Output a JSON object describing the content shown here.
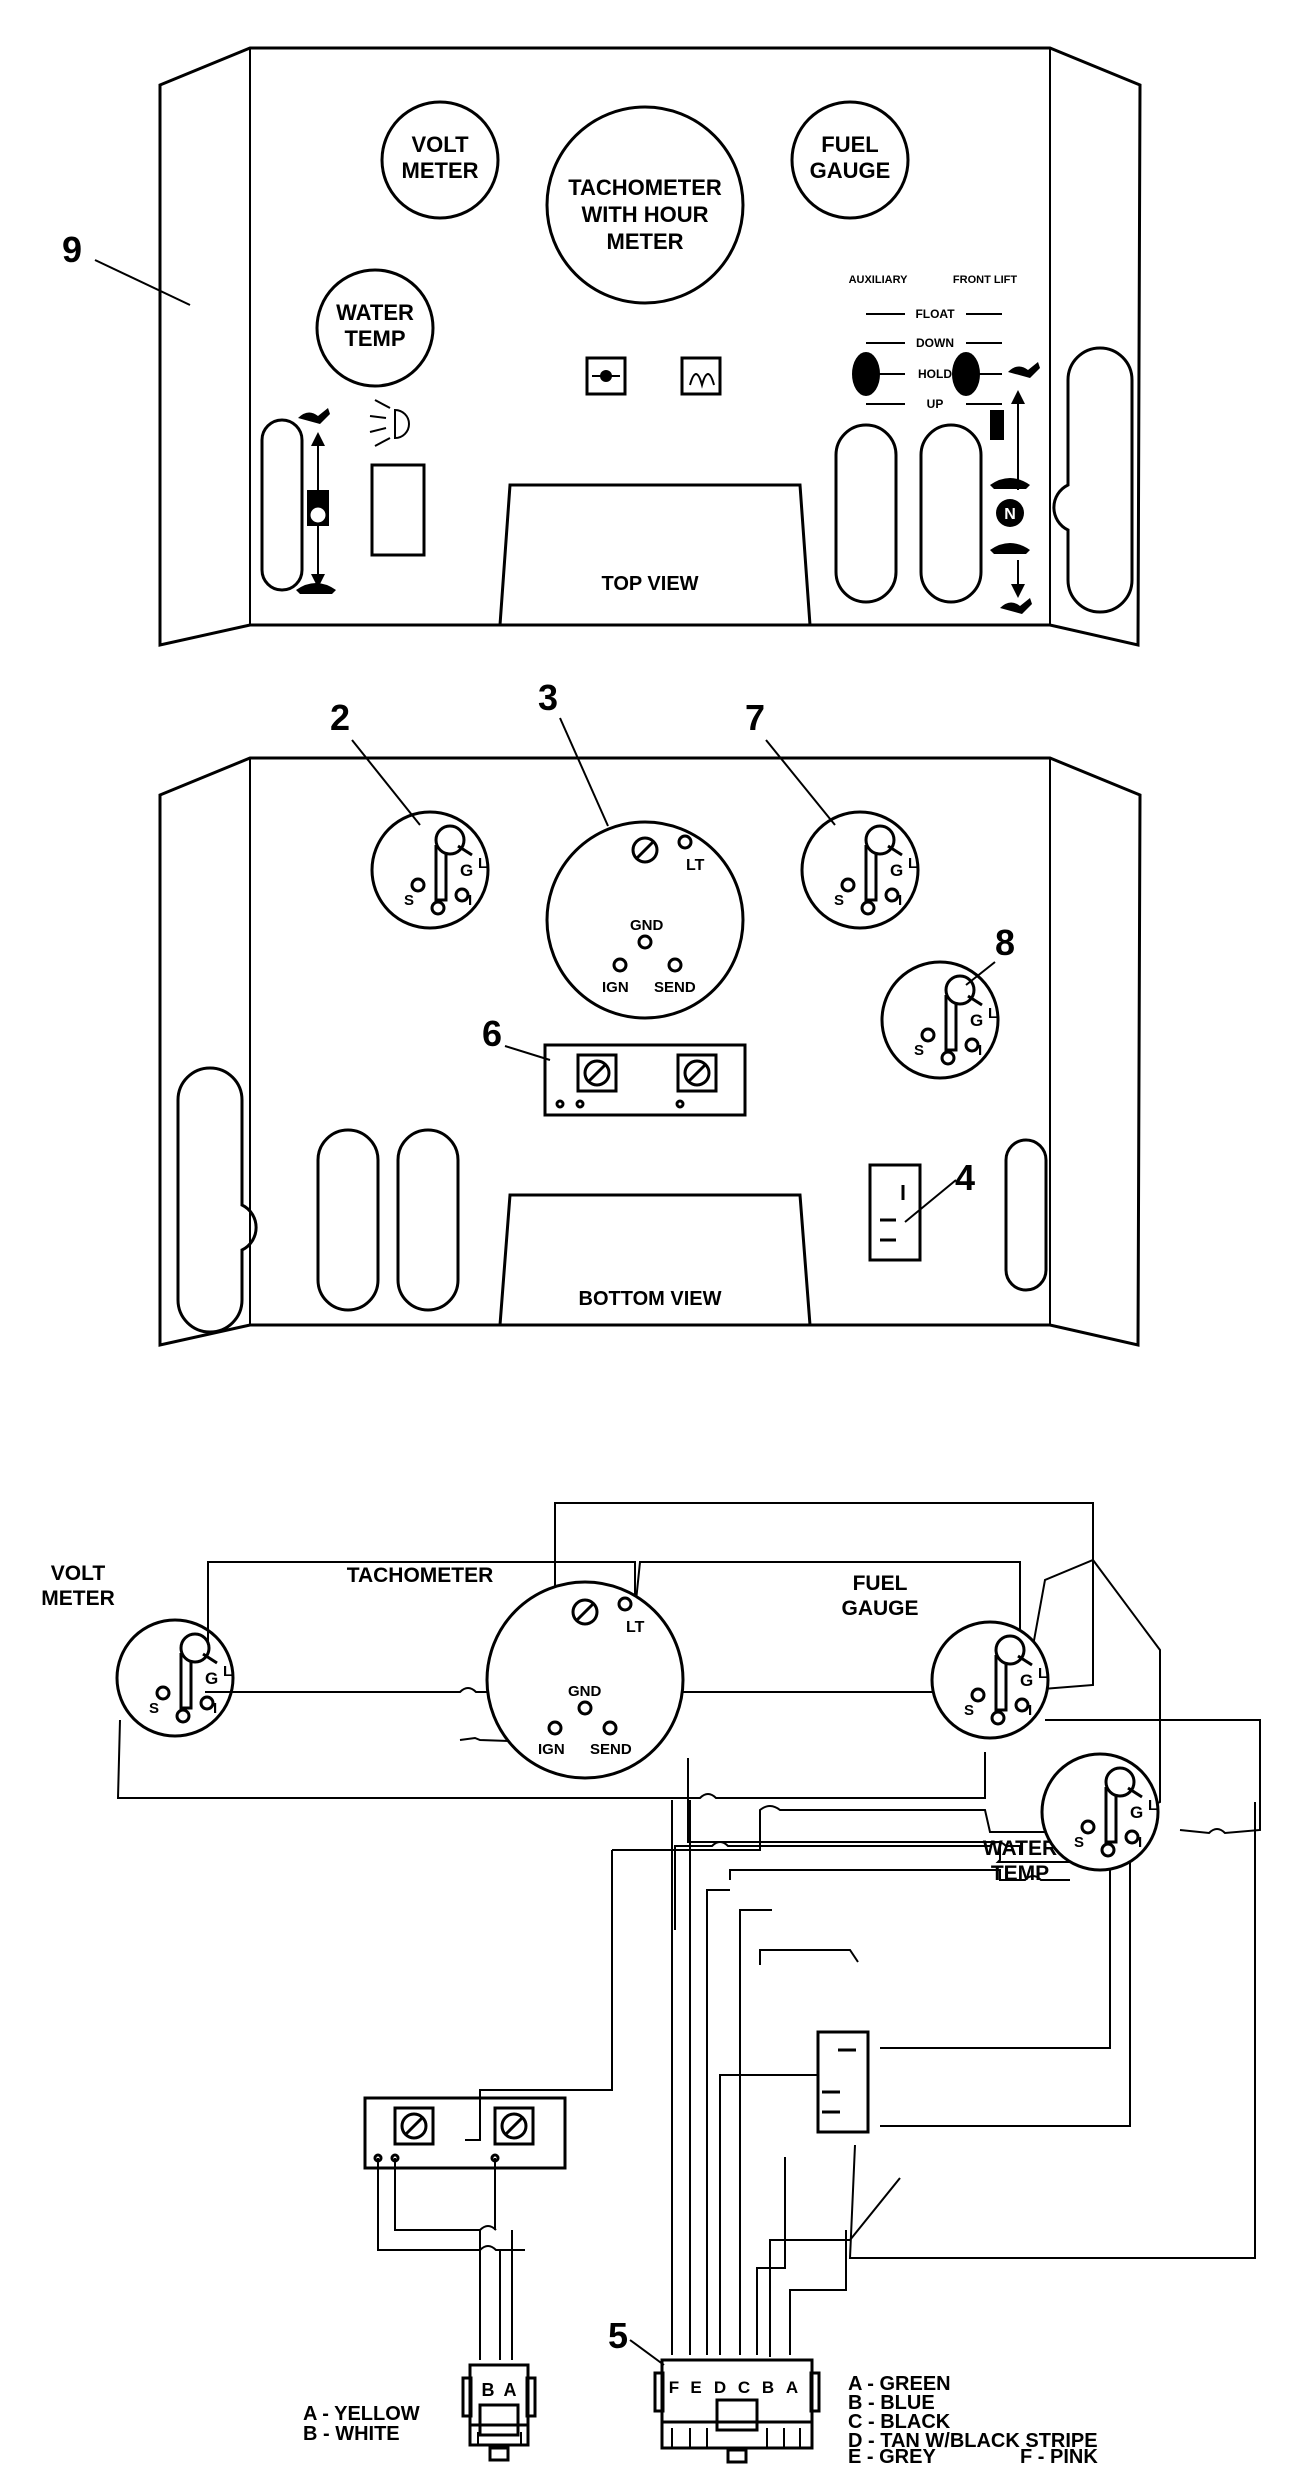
{
  "top_view": {
    "title": "TOP VIEW",
    "callout_9": "9",
    "volt_meter": [
      "VOLT",
      "METER"
    ],
    "tachometer": [
      "TACHOMETER",
      "WITH HOUR",
      "METER"
    ],
    "fuel_gauge": [
      "FUEL",
      "GAUGE"
    ],
    "water_temp": [
      "WATER",
      "TEMP"
    ],
    "aux_label": "AUXILIARY",
    "front_lift_label": "FRONT LIFT",
    "float_label": "FLOAT",
    "down_label": "DOWN",
    "hold_label": "HOLD",
    "up_label": "UP",
    "neutral_label": "N"
  },
  "bottom_view": {
    "title": "BOTTOM VIEW",
    "callouts": {
      "c2": "2",
      "c3": "3",
      "c4": "4",
      "c6": "6",
      "c7": "7",
      "c8": "8"
    },
    "terminals": {
      "g": "G",
      "l": "L",
      "s": "S",
      "i": "I",
      "lt": "LT",
      "gnd": "GND",
      "ign": "IGN",
      "send": "SEND"
    }
  },
  "schematic": {
    "volt_meter": [
      "VOLT",
      "METER"
    ],
    "tachometer": "TACHOMETER",
    "fuel_gauge": [
      "FUEL",
      "GAUGE"
    ],
    "water_temp": [
      "WATER",
      "TEMP"
    ],
    "callout_5": "5",
    "plug_pins": [
      "B",
      "A"
    ],
    "connector_pins": [
      "F",
      "E",
      "D",
      "C",
      "B",
      "A"
    ],
    "plug_legend": [
      "A - YELLOW",
      "B - WHITE"
    ],
    "connector_legend": [
      "A - GREEN",
      "B - BLUE",
      "C - BLACK",
      "D - TAN W/BLACK STRIPE",
      "E - GREY",
      "F - PINK"
    ]
  }
}
